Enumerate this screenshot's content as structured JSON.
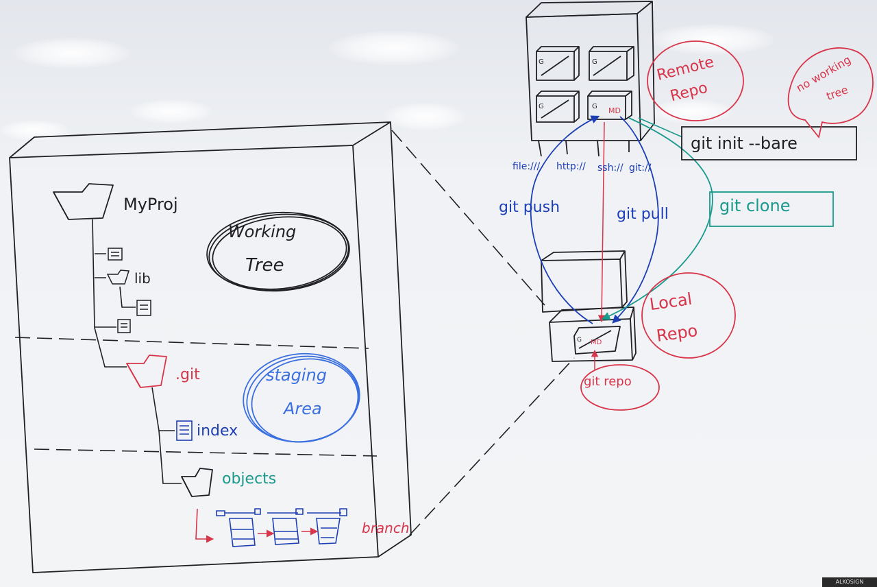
{
  "working_tree": {
    "project_name": "MyProj",
    "working_label": "Working",
    "tree_label": "Tree",
    "lib_label": "lib",
    "git_label": ".git",
    "index_label": "index",
    "objects_label": "objects",
    "branch_label": "branch"
  },
  "staging": {
    "line1": "staging",
    "line2": "Area"
  },
  "remote": {
    "line1": "Remote",
    "line2": "Repo",
    "note_line1": "no working",
    "note_line2": "tree",
    "command": "git init --bare",
    "md_label": "MD",
    "g_label": "G"
  },
  "local": {
    "line1": "Local",
    "line2": "Repo",
    "note_line1": "git repo"
  },
  "protocols": [
    "file:///",
    "http://",
    "ssh://",
    "git://"
  ],
  "actions": {
    "push": "git push",
    "pull": "git pull",
    "clone": "git clone"
  },
  "brand": "ALKOSIGN",
  "colors": {
    "black": "#1f1f24",
    "blue": "#1d3fb5",
    "light_blue": "#3a6fe0",
    "red": "#d8344a",
    "teal": "#1a9a8c"
  }
}
